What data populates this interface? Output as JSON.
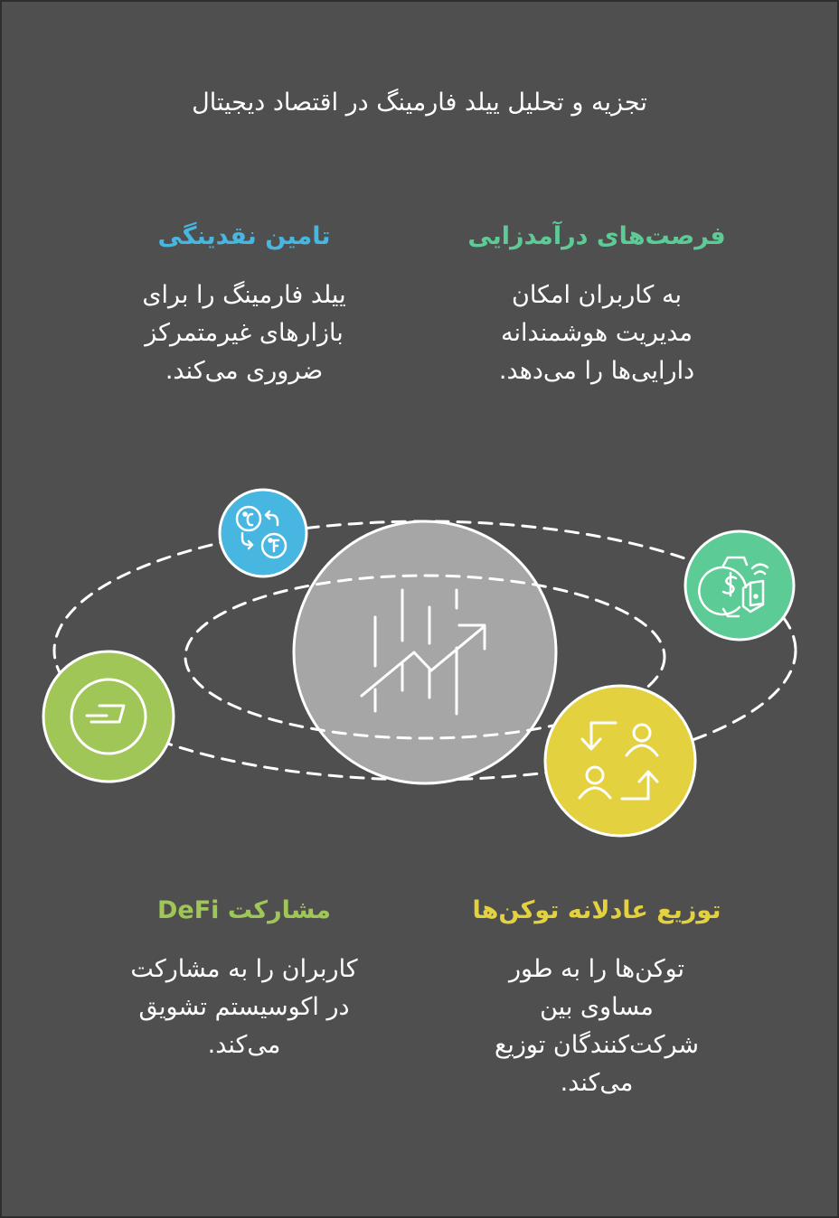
{
  "title": "تجزیه و تحلیل ییلد فارمینگ در اقتصاد دیجیتال",
  "colors": {
    "background": "#4f4f4f",
    "blue": "#47b6e0",
    "green": "#5ccb96",
    "lime": "#9fc656",
    "yellow": "#e3d13f",
    "center": "#a6a6a6",
    "stroke": "#ffffff"
  },
  "blocks": {
    "liquidity": {
      "heading": "تامین نقدینگی",
      "heading_color": "#47b6e0",
      "icon": "currency-exchange-icon",
      "lines": [
        "ییلد فارمینگ را برای",
        "بازارهای غیرمتمرکز",
        "ضروری می‌کند."
      ]
    },
    "income": {
      "heading": "فرصت‌های درآمدزایی",
      "heading_color": "#5ccb96",
      "icon": "smartwatch-payment-icon",
      "lines": [
        "به کاربران امکان",
        "مدیریت هوشمندانه",
        "دارایی‌ها را می‌دهد."
      ]
    },
    "defi": {
      "heading": "مشارکت DeFi",
      "heading_color": "#9fc656",
      "icon": "dash-coin-icon",
      "lines": [
        "کاربران را به مشارکت",
        "در اکوسیستم تشویق",
        "می‌کند."
      ]
    },
    "distribution": {
      "heading": "توزیع عادلانه توکن‌ها",
      "heading_color": "#e3d13f",
      "icon": "user-exchange-icon",
      "lines": [
        "توکن‌ها را به طور",
        "مساوی بین",
        "شرکت‌کنندگان توزیع",
        "می‌کند."
      ]
    }
  },
  "center": {
    "icon": "growth-chart-icon"
  }
}
